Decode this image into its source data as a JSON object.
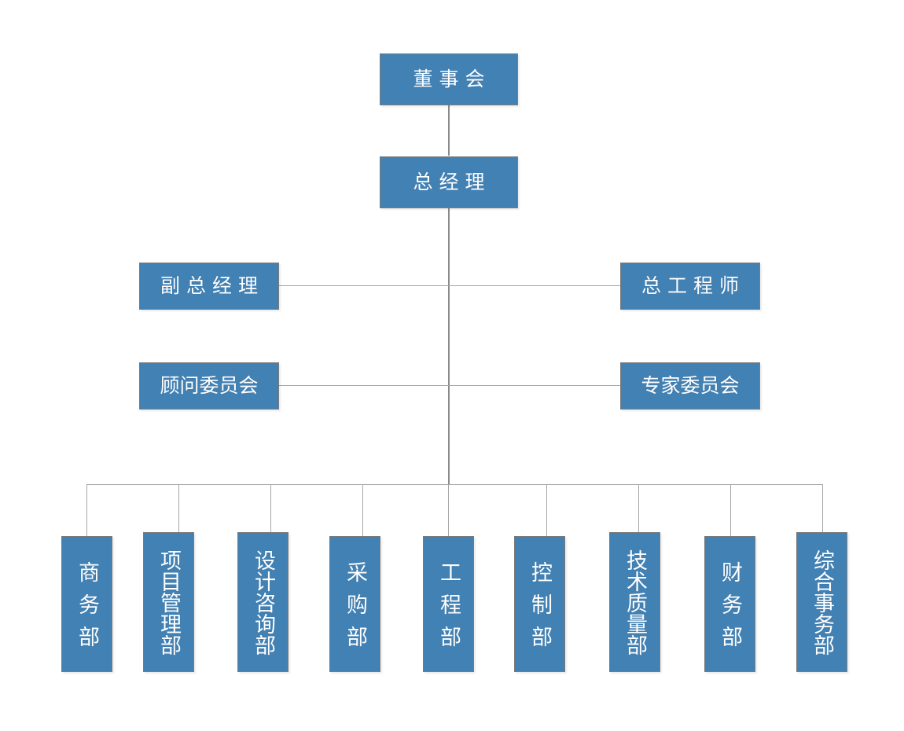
{
  "meta": {
    "title": "组织结构图",
    "accent_color": "#4281B4",
    "border_color": "#7b7b7b",
    "line_color": "#8a8a8a",
    "line_color_light": "#a6a6a6",
    "text_color": "#ffffff",
    "background": "#ffffff"
  },
  "nodes": {
    "board": {
      "label": "董事会"
    },
    "general_manager": {
      "label": "总经理"
    },
    "deputy_general_manager": {
      "label": "副总经理"
    },
    "chief_engineer": {
      "label": "总工程师"
    },
    "advisory_committee": {
      "label": "顾问委员会"
    },
    "expert_committee": {
      "label": "专家委员会"
    }
  },
  "departments": [
    {
      "label": "商务部",
      "spaced": true
    },
    {
      "label": "项目管理部",
      "spaced": false
    },
    {
      "label": "设计咨询部",
      "spaced": false
    },
    {
      "label": "采购部",
      "spaced": true
    },
    {
      "label": "工程部",
      "spaced": true
    },
    {
      "label": "控制部",
      "spaced": true
    },
    {
      "label": "技术质量部",
      "spaced": false
    },
    {
      "label": "财务部",
      "spaced": true
    },
    {
      "label": "综合事务部",
      "spaced": false
    }
  ]
}
